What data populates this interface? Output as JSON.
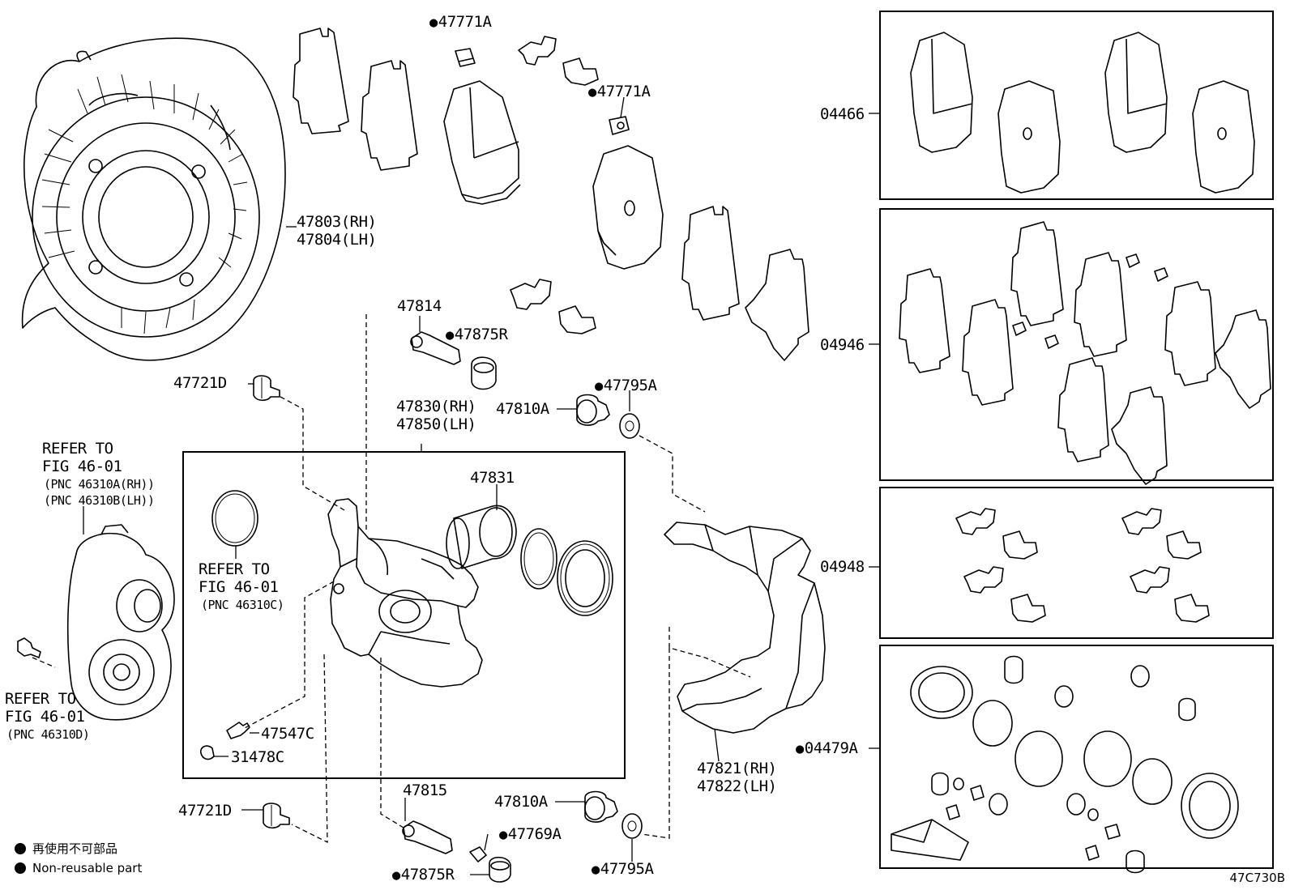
{
  "labels": {
    "shield": [
      "47803(RH)",
      "47804(LH)"
    ],
    "clip_47771a_top": "47771A",
    "clip_47771a_mid": "47771A",
    "pin_47814": "47814",
    "boot_47875r_top": "47875R",
    "bolt_47721d_top": "47721D",
    "cyl_assy": [
      "47830(RH)",
      "47850(LH)"
    ],
    "bolt_47810a_top": "47810A",
    "washer_47795a_top": "47795A",
    "piston_47831": "47831",
    "refer_top": [
      "REFER TO",
      "FIG 46-01"
    ],
    "refer_top_pnc": [
      "(PNC 46310A(RH))",
      "(PNC 46310B(LH))"
    ],
    "refer_mid": [
      "REFER TO",
      "FIG 46-01"
    ],
    "refer_mid_pnc": "(PNC 46310C)",
    "refer_left": [
      "REFER TO",
      "FIG 46-01"
    ],
    "refer_left_pnc": "(PNC 46310D)",
    "bleeder_47547c": "47547C",
    "cap_31478c": "31478C",
    "mounting_47821": [
      "47821(RH)",
      "47822(LH)"
    ],
    "bolt_47721d_bottom": "47721D",
    "pin_47815": "47815",
    "bolt_47810a_bottom": "47810A",
    "clip_47769a": "47769A",
    "boot_47875r_bottom": "47875R",
    "washer_47795a_bottom": "47795A",
    "kit_04466": "04466",
    "kit_04946": "04946",
    "kit_04948": "04948",
    "kit_04479a": "04479A"
  },
  "legend": {
    "ja": "再使用不可部品",
    "en": "Non-reusable part"
  },
  "diagram_code": "47C730B"
}
